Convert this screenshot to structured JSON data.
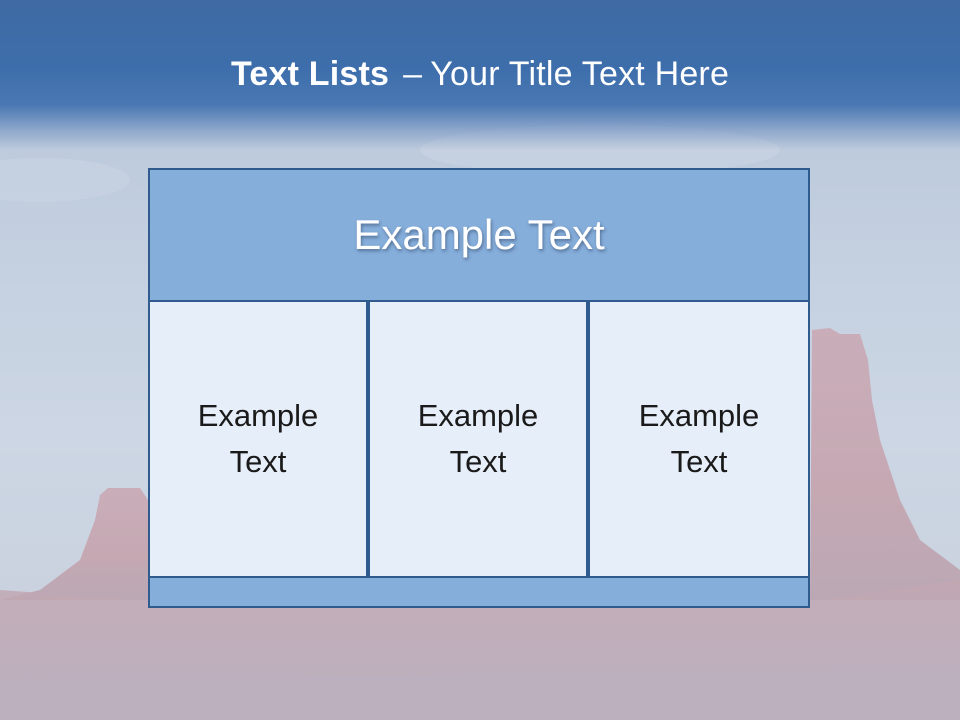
{
  "slide": {
    "title_bold": "Text Lists",
    "title_dash": "–",
    "title_rest": "Your Title Text Here"
  },
  "diagram": {
    "header": "Example Text",
    "columns": [
      "Example Text",
      "Example Text",
      "Example Text"
    ]
  },
  "colors": {
    "title_bar": "#3d6eab",
    "header_fill": "#86aedb",
    "column_fill": "#e6eef9",
    "border": "#2f5b8f"
  },
  "background": {
    "image": "desert-butte-landscape"
  }
}
